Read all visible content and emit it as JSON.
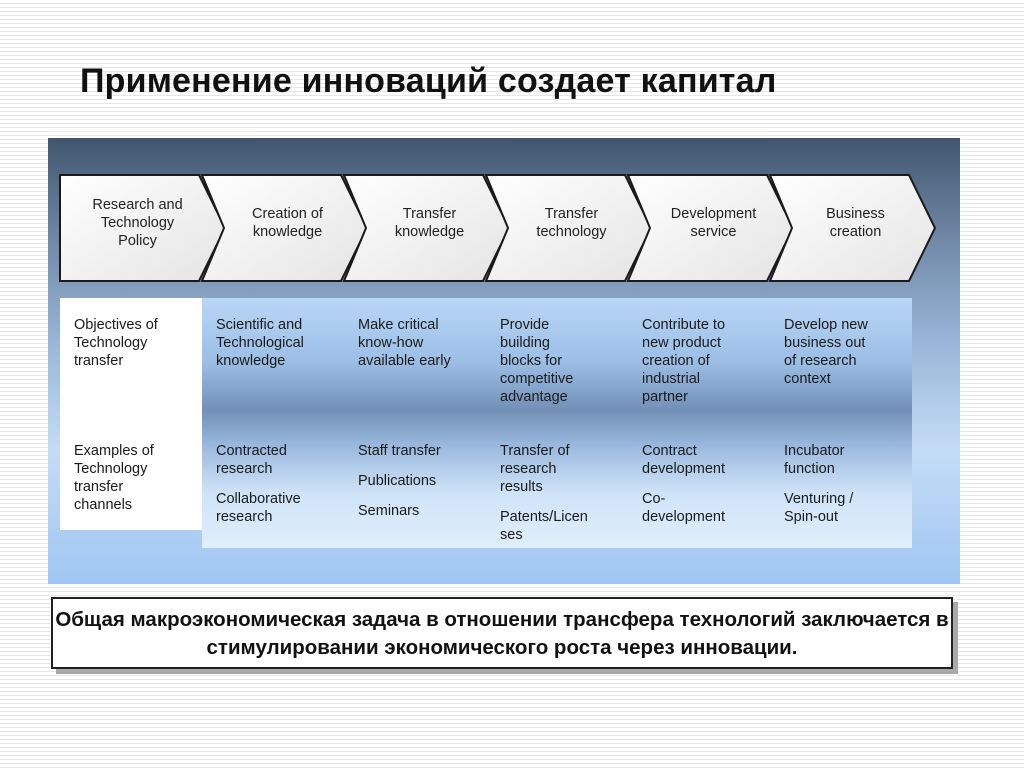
{
  "title": "Применение инноваций создает капитал",
  "stages": [
    {
      "label": "Research and\nTechnology\nPolicy",
      "top": "Objectives of\nTechnology\ntransfer",
      "bottom": [
        "Examples of\nTechnology\ntransfer\nchannels"
      ]
    },
    {
      "label": "Creation of\nknowledge",
      "top": "Scientific and\nTechnological\nknowledge",
      "bottom": [
        "Contracted\nresearch",
        "Collaborative\nresearch"
      ]
    },
    {
      "label": "Transfer\nknowledge",
      "top": "Make critical\nknow-how\navailable early",
      "bottom": [
        "Staff transfer",
        "Publications",
        "Seminars"
      ]
    },
    {
      "label": "Transfer\ntechnology",
      "top": "Provide\nbuilding\nblocks for\ncompetitive\nadvantage",
      "bottom": [
        "Transfer of\nresearch\nresults",
        "Patents/Licen\nses"
      ]
    },
    {
      "label": "Development\nservice",
      "top": "Contribute to\nnew product\ncreation of\nindustrial\npartner",
      "bottom": [
        "Contract\ndevelopment",
        "Co-\ndevelopment"
      ]
    },
    {
      "label": "Business\ncreation",
      "top": "Develop new\nbusiness out\nof research\ncontext",
      "bottom": [
        "Incubator\nfunction",
        "Venturing /\nSpin-out"
      ]
    }
  ],
  "note": "Общая макроэкономическая задача в отношении трансфера технологий заключается в стимулировании экономического роста через инновации."
}
